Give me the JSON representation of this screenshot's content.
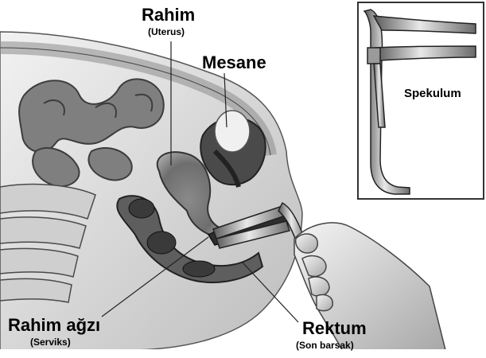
{
  "labels": {
    "uterus": {
      "name": "Rahim",
      "sub": "(Uterus)"
    },
    "bladder": {
      "name": "Mesane"
    },
    "cervix": {
      "name": "Rahim ağzı",
      "sub": "(Serviks)"
    },
    "rectum": {
      "name": "Rektum",
      "sub": "(Son barsak)"
    },
    "speculum": {
      "name": "Spekulum"
    }
  },
  "colors": {
    "ink": "#000000",
    "background": "#ffffff"
  }
}
